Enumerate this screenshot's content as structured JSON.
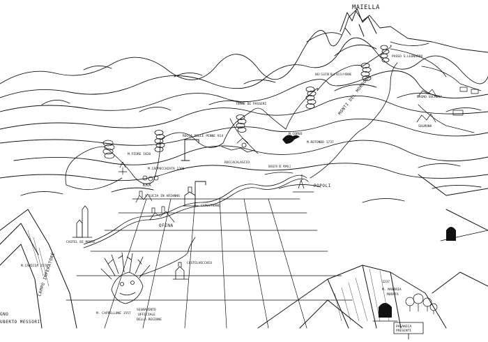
{
  "labels": {
    "maiella": "MAIELLA",
    "passo_s_leonardo": "PASSO S.LEONARDO",
    "badia": "BADIA CELESTINE NELLA ROCCIA M.MORRONE",
    "monti_del_morrone": "MONTI DEL MORRONE",
    "bagno_sulmona": "BAGNO SULMONA",
    "sulmona": "SULMONA",
    "torre_de_passeri": "TORRE DE PASSERI",
    "m_corvo": "M.CORVO",
    "m_rotondo": "M.ROTONDO 1737",
    "popoli": "POPOLI",
    "busseto": "BUSSETO DI POPOLI",
    "rocca_dei_poteri": "ROCCA DELLE PENNE 914",
    "roccacalascio": "ROCCACALASCIO",
    "m_fiore": "M.FIORE 1420",
    "m_capocchiata": "M.CAPPOCCHIATA 1300",
    "kkk": "KKK",
    "s_lucia": "S.LUCIA IN ARIANNO",
    "ofena": "OFENA",
    "carpetano": "CAPESTRANO",
    "castel_di_monte": "CASTEL DI MONTE",
    "castelvecchio": "CASTELVECCHIO",
    "m_camicia": "M.CAMICIA 2570",
    "campo_imperatore": "CAMPO IMPERATORE",
    "gno": "GNO",
    "uberto_messori": "UBERTO MESSORI",
    "m_cappellone": "M. CAPPELLONE 1557",
    "segnavento_1": "SEGNAVENTO",
    "segnavento_2": "UFFICIALE",
    "segnavento_3": "DELLA REGIONE",
    "num_1237": "1237",
    "m_mandria_1": "M. MANDRIA",
    "m_mandria_2": "MURATA",
    "sign_1": "PAGANICA",
    "sign_2": "PRESENTI"
  }
}
